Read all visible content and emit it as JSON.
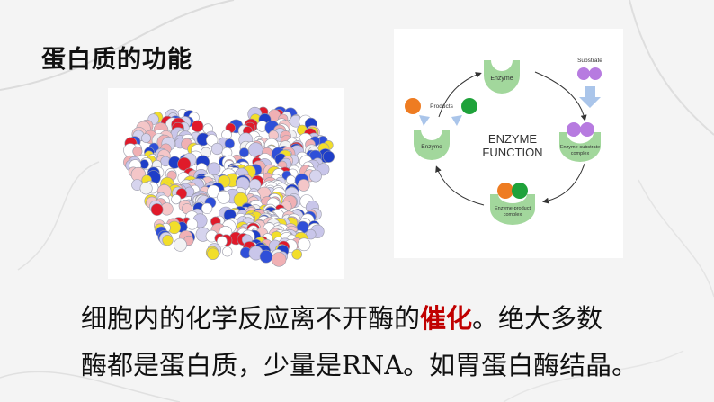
{
  "slide": {
    "title": "蛋白质的功能"
  },
  "diagram": {
    "heading_line1": "ENZYME",
    "heading_line2": "FUNCTION",
    "labels": {
      "enzyme_top": "Enzyme",
      "substrate": "Substrate",
      "enzyme_substrate_line1": "Enzyme-substrate",
      "enzyme_substrate_line2": "complex",
      "enzyme_product_line1": "Enzyme-product",
      "enzyme_product_line2": "complex",
      "enzyme_left": "Enzyme",
      "products": "Products"
    },
    "colors": {
      "enzyme_green": "#9fd59a",
      "substrate_purple": "#b77be0",
      "product_orange": "#ee7c22",
      "product_green": "#1fa23a",
      "arrow_blue": "#aac5ea"
    }
  },
  "text": {
    "line1_a": "细胞内的化学反应离不开酶的",
    "line1_highlight": "催化",
    "line1_b": "。绝大多数",
    "line2_a": "酶都是蛋白质，少量是",
    "line2_latin": "RNA",
    "line2_b": "。如胃蛋白酶结晶。"
  }
}
